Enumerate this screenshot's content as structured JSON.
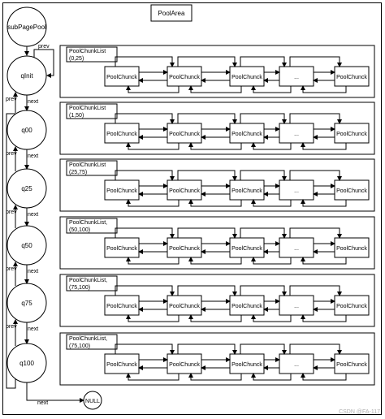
{
  "pool_area": {
    "title": "PoolArea"
  },
  "subpage_pool": {
    "label": "subPagePool"
  },
  "queues": [
    {
      "name": "qInit"
    },
    {
      "name": "q00"
    },
    {
      "name": "q25"
    },
    {
      "name": "q50"
    },
    {
      "name": "q75"
    },
    {
      "name": "q100"
    }
  ],
  "null_node": {
    "label": "NULL"
  },
  "edge_labels": {
    "prev": "prev",
    "next": "next"
  },
  "chunk_lists": [
    {
      "title_line1": "PoolChunkList",
      "title_line2": "(0,25)"
    },
    {
      "title_line1": "PoolChunkList",
      "title_line2": "(1,50)"
    },
    {
      "title_line1": "PoolChunkList",
      "title_line2": "(25,75)"
    },
    {
      "title_line1": "PoolChunkList,",
      "title_line2": "(50,100)"
    },
    {
      "title_line1": "PoolChunkList,",
      "title_line2": "(75,100)"
    },
    {
      "title_line1": "PoolChunkList,",
      "title_line2": "(75,100)"
    }
  ],
  "chunks": [
    "PoolChunck",
    "PoolChunck",
    "PoolChunck",
    "...",
    "PoolChunck"
  ],
  "watermark": "CSDN @FA-117"
}
